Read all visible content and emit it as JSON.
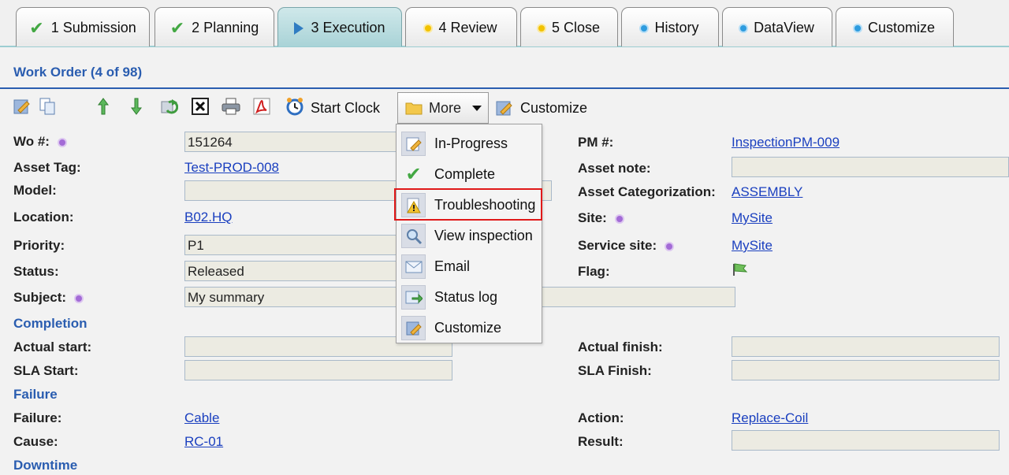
{
  "tabs": [
    {
      "label": "1 Submission",
      "icon": "check-icon",
      "state": "done"
    },
    {
      "label": "2 Planning",
      "icon": "check-icon",
      "state": "done"
    },
    {
      "label": "3 Execution",
      "icon": "play-icon",
      "state": "active"
    },
    {
      "label": "4 Review",
      "icon": "yellow-dot-icon",
      "state": "pending"
    },
    {
      "label": "5 Close",
      "icon": "yellow-dot-icon",
      "state": "pending"
    },
    {
      "label": "History",
      "icon": "blue-dot-icon",
      "state": "other"
    },
    {
      "label": "DataView",
      "icon": "blue-dot-icon",
      "state": "other"
    },
    {
      "label": "Customize",
      "icon": "blue-dot-icon",
      "state": "other"
    }
  ],
  "header": {
    "title": "Work Order (4 of 98)"
  },
  "toolbar": {
    "start_clock": "Start Clock",
    "more": "More",
    "customize": "Customize"
  },
  "menu": {
    "items": [
      {
        "label": "In-Progress",
        "icon": "edit-icon"
      },
      {
        "label": "Complete",
        "icon": "check-icon"
      },
      {
        "label": "Troubleshooting",
        "icon": "warning-icon",
        "highlighted": true
      },
      {
        "label": "View inspection",
        "icon": "magnifier-icon"
      },
      {
        "label": "Email",
        "icon": "envelope-icon"
      },
      {
        "label": "Status log",
        "icon": "status-log-icon"
      },
      {
        "label": "Customize",
        "icon": "customize-icon"
      }
    ]
  },
  "form": {
    "wo_label": "Wo #:",
    "wo_value": "151264",
    "asset_tag_label": "Asset Tag:",
    "asset_tag_value": "Test-PROD-008",
    "model_label": "Model:",
    "model_value": "",
    "location_label": "Location:",
    "location_value": "B02.HQ",
    "priority_label": "Priority:",
    "priority_value": "P1",
    "status_label": "Status:",
    "status_value": "Released",
    "subject_label": "Subject:",
    "subject_value": "My summary",
    "pm_label": "PM #:",
    "pm_value": "InspectionPM-009",
    "asset_note_label": "Asset note:",
    "asset_note_value": "",
    "asset_cat_label": "Asset Categorization:",
    "asset_cat_value": "ASSEMBLY",
    "site_label": "Site:",
    "site_value": "MySite",
    "service_site_label": "Service site:",
    "service_site_value": "MySite",
    "flag_label": "Flag:",
    "completion_section": "Completion",
    "actual_start_label": "Actual start:",
    "actual_start_value": "",
    "actual_finish_label": "Actual finish:",
    "actual_finish_value": "",
    "sla_start_label": "SLA Start:",
    "sla_start_value": "",
    "sla_finish_label": "SLA Finish:",
    "sla_finish_value": "",
    "failure_section": "Failure",
    "failure_label": "Failure:",
    "failure_value": "Cable",
    "action_label": "Action:",
    "action_value": "Replace-Coil",
    "cause_label": "Cause:",
    "cause_value": "RC-01",
    "result_label": "Result:",
    "result_value": "",
    "downtime_section": "Downtime"
  },
  "colors": {
    "accent": "#2a5db0",
    "link": "#1a3fbf",
    "highlight": "#e01919",
    "active_tab": "#a9d3d7"
  }
}
